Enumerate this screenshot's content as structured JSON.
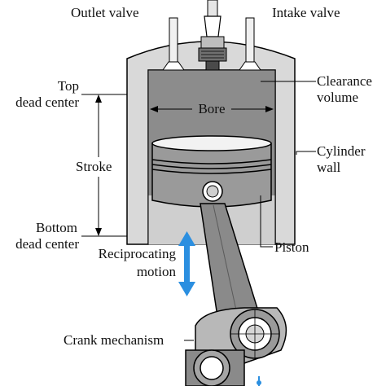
{
  "labels": {
    "outlet_valve": "Outlet valve",
    "intake_valve": "Intake valve",
    "top_dead_center_1": "Top",
    "top_dead_center_2": "dead center",
    "clearance_volume_1": "Clearance",
    "clearance_volume_2": "volume",
    "bore": "Bore",
    "stroke": "Stroke",
    "cylinder_wall_1": "Cylinder",
    "cylinder_wall_2": "wall",
    "bottom_dead_center_1": "Bottom",
    "bottom_dead_center_2": "dead center",
    "piston": "Piston",
    "reciprocating_motion_1": "Reciprocating",
    "reciprocating_motion_2": "motion",
    "crank_mechanism": "Crank mechanism"
  },
  "colors": {
    "cylinder_wall": "#d9d9d9",
    "gas_chamber": "#8c8c8c",
    "piston": "#9a9a9a",
    "arrow": "#2b8fe0",
    "line": "#000000"
  }
}
